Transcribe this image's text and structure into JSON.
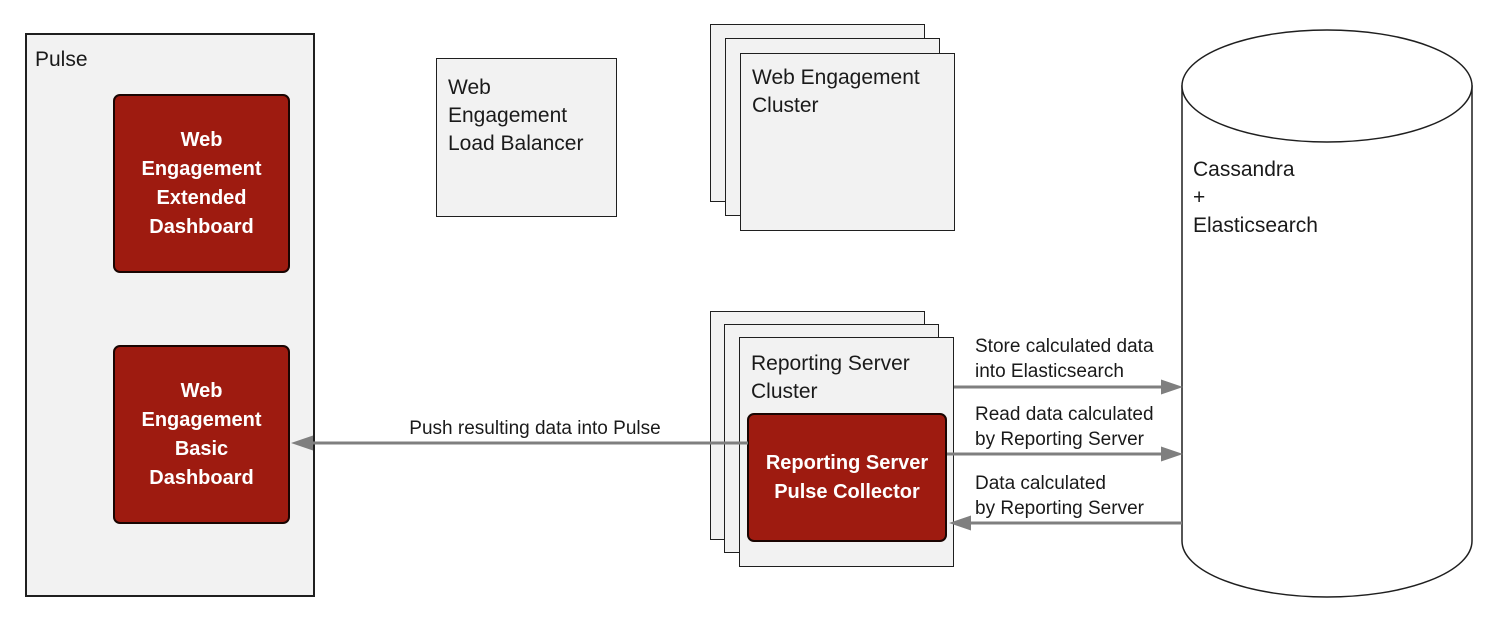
{
  "diagram": {
    "pulse": {
      "label": "Pulse",
      "extended_dashboard": {
        "lines": [
          "Web",
          "Engagement",
          "Extended",
          "Dashboard"
        ]
      },
      "basic_dashboard": {
        "lines": [
          "Web",
          "Engagement",
          "Basic",
          "Dashboard"
        ]
      }
    },
    "load_balancer": {
      "lines": [
        "Web",
        "Engagement",
        "Load Balancer"
      ]
    },
    "web_cluster": {
      "lines": [
        "Web Engagement",
        "Cluster"
      ]
    },
    "reporting_cluster": {
      "lines": [
        "Reporting Server",
        "Cluster"
      ],
      "collector": {
        "lines": [
          "Reporting Server",
          "Pulse Collector"
        ]
      }
    },
    "database": {
      "lines": [
        "Cassandra",
        "+",
        "Elasticsearch"
      ]
    },
    "arrows": {
      "push": {
        "label": "Push resulting data into Pulse",
        "direction": "left"
      },
      "store": {
        "lines": [
          "Store calculated data",
          "into Elasticsearch"
        ],
        "direction": "right"
      },
      "read": {
        "lines": [
          "Read data calculated",
          "by Reporting Server"
        ],
        "direction": "right"
      },
      "data": {
        "lines": [
          "Data calculated",
          "by Reporting Server"
        ],
        "direction": "left"
      }
    },
    "colors": {
      "box_fill": "#f2f2f2",
      "box_border": "#1f1f1f",
      "accent_red": "#9e1b10",
      "arrow_gray": "#7f7f7f",
      "text": "#1a1a1a",
      "white_fill": "#ffffff"
    }
  }
}
